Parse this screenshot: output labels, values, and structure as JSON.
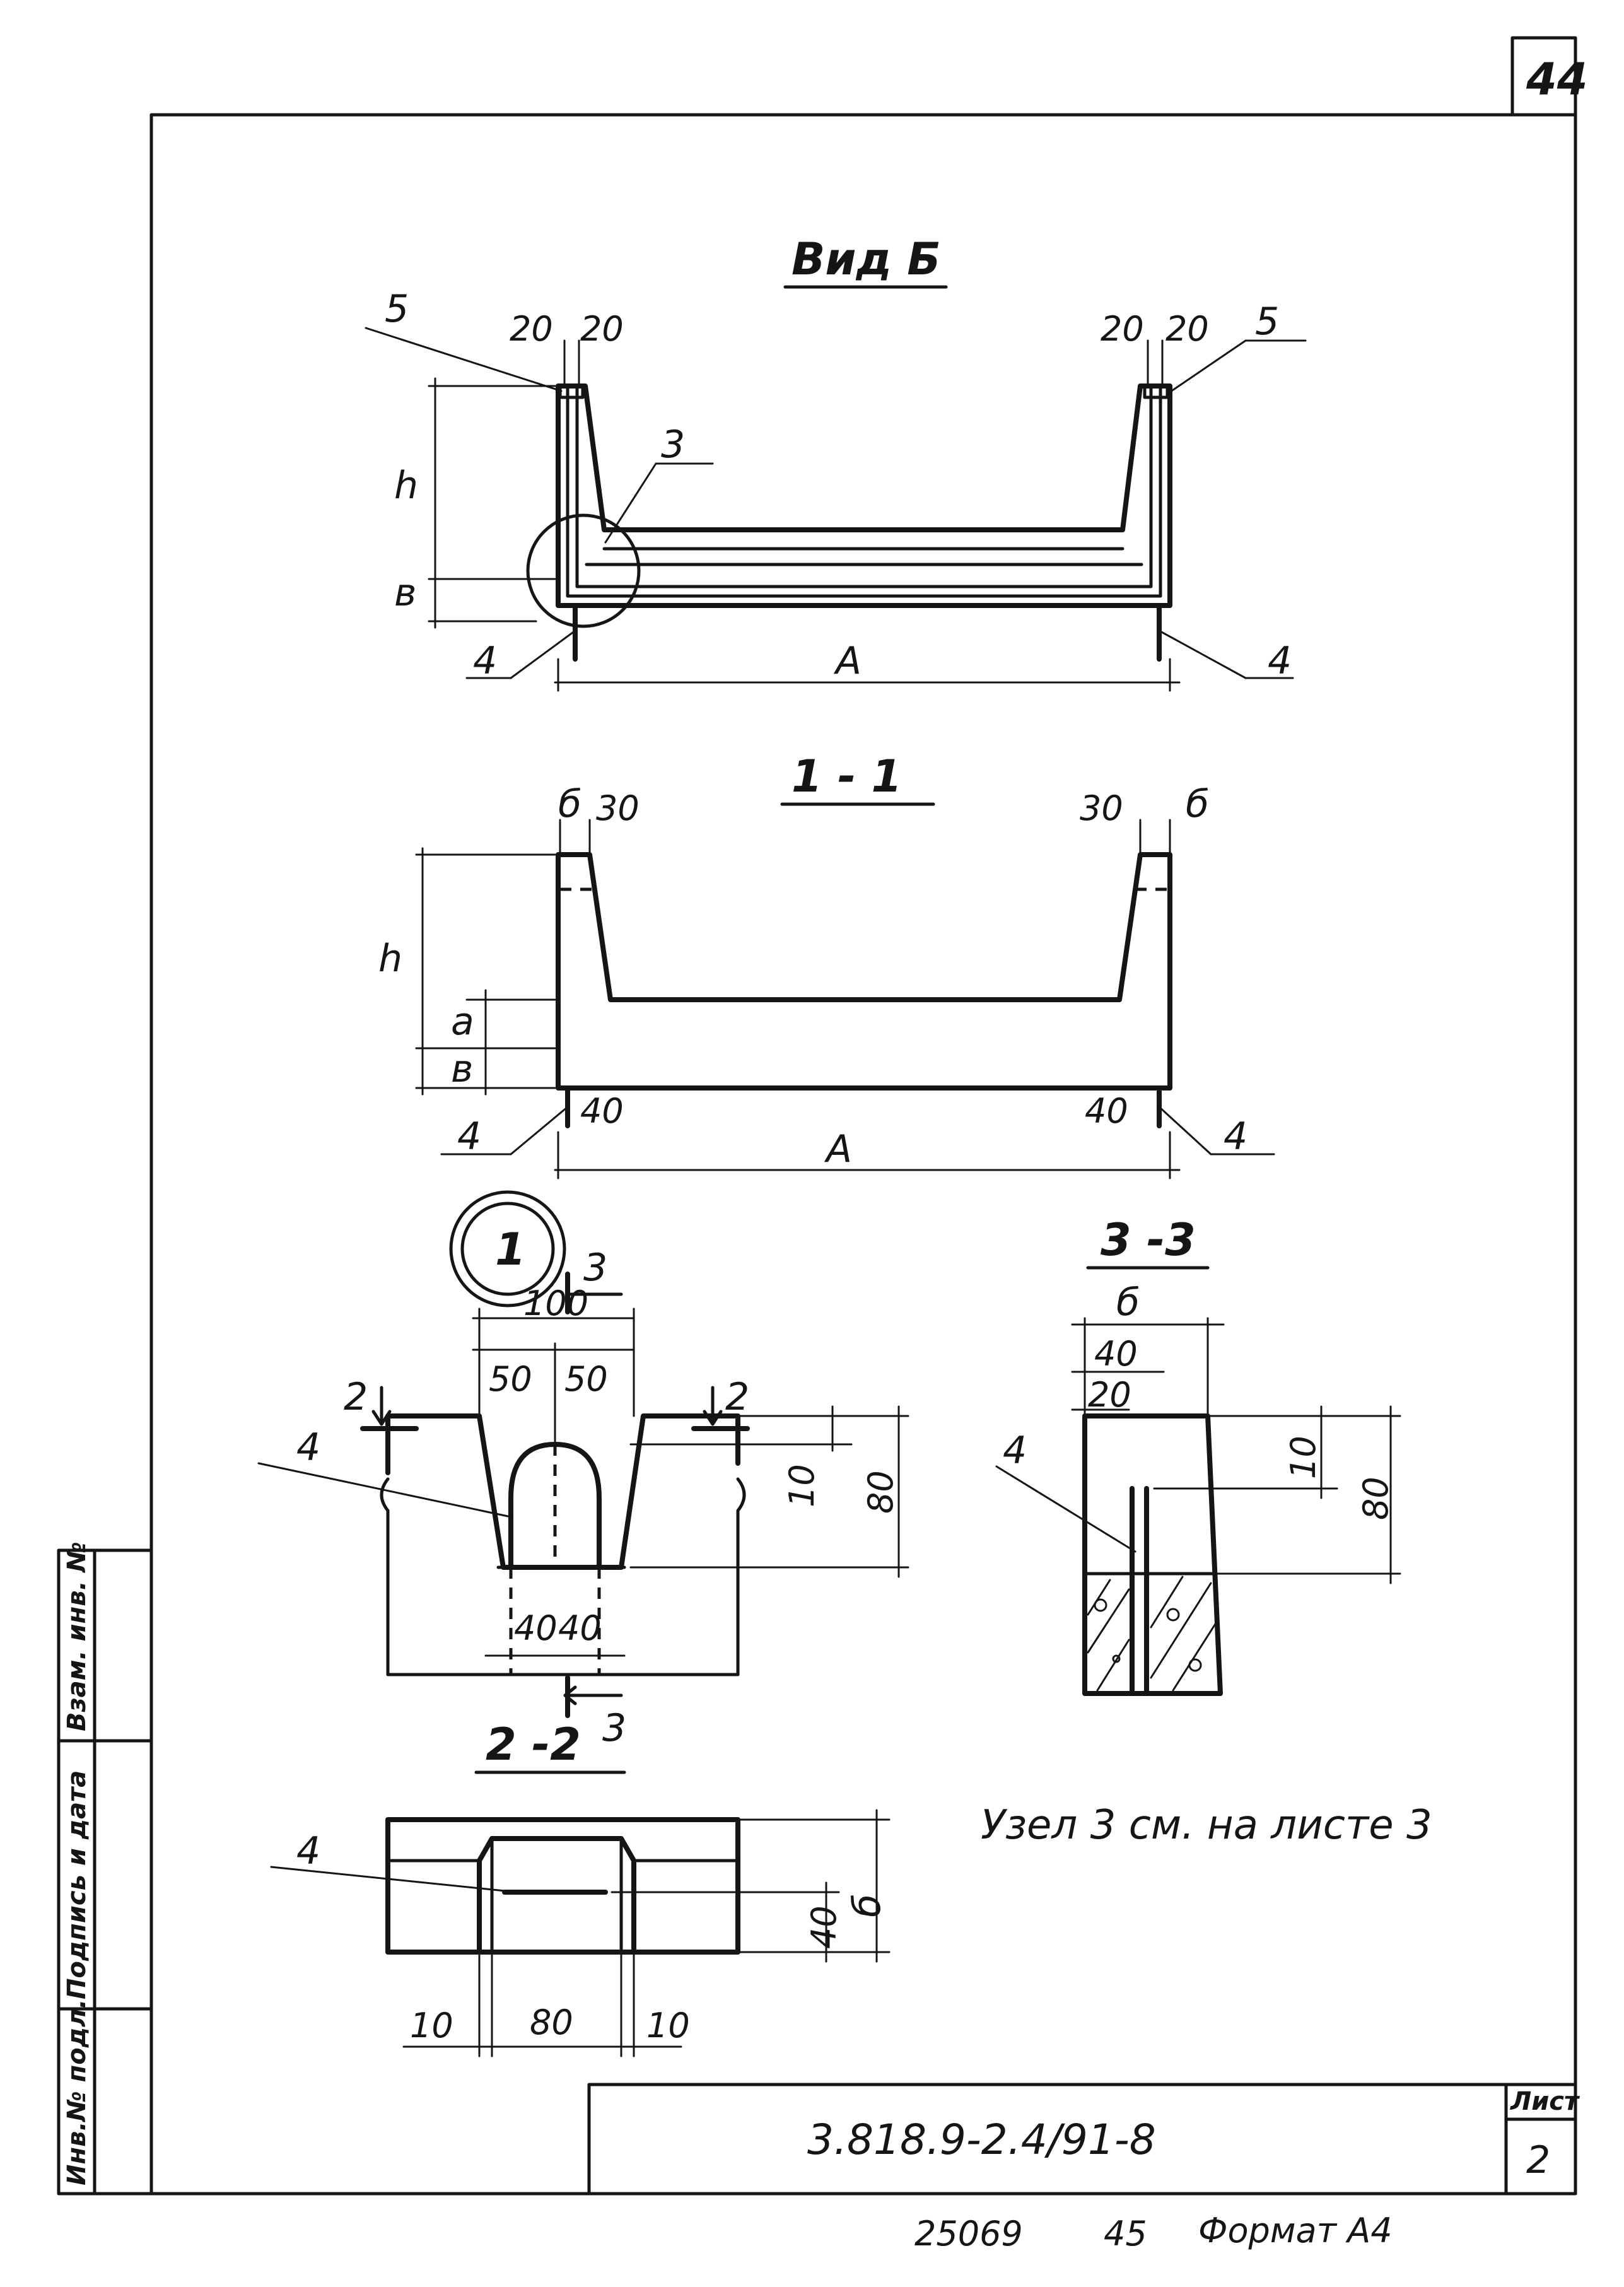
{
  "sheet_number_top": "44",
  "view_b": {
    "title": "Вид Б",
    "dim_left_1": "20",
    "dim_left_2": "20",
    "dim_right_1": "20",
    "dim_right_2": "20",
    "label_5_left": "5",
    "label_5_right": "5",
    "label_3": "3",
    "label_4_left": "4",
    "label_4_right": "4",
    "dim_h": "h",
    "dim_v": "в",
    "dim_A": "A"
  },
  "section_1_1": {
    "title": "1 - 1",
    "dim_b_left": "б",
    "dim_30_left": "30",
    "dim_30_right": "30",
    "dim_b_right": "б",
    "dim_h": "h",
    "dim_a": "a",
    "dim_v": "в",
    "label_4_left": "4",
    "label_4_right": "4",
    "dim_40_left": "40",
    "dim_40_right": "40",
    "dim_A": "A"
  },
  "node_1": {
    "number": "1",
    "cut_3_top": "3",
    "cut_3_bottom": "3",
    "cut_2_left": "2",
    "cut_2_right": "2",
    "dim_100": "100",
    "dim_50_left": "50",
    "dim_50_right": "50",
    "label_4": "4",
    "dim_10": "10",
    "dim_80": "80",
    "dim_40_left": "40",
    "dim_40_right": "40"
  },
  "section_3_3": {
    "title": "3 -3",
    "dim_b": "б",
    "dim_40": "40",
    "dim_20": "20",
    "label_4": "4",
    "dim_10": "10",
    "dim_80": "80"
  },
  "section_2_2": {
    "title": "2 -2",
    "label_4": "4",
    "dim_40": "40",
    "dim_b": "б",
    "dim_10_left": "10",
    "dim_80": "80",
    "dim_10_right": "10"
  },
  "note": "Узел 3 см. на листе 3",
  "side_stamp": {
    "col_inv_podl": "Инв.№ подл.",
    "col_sign_date": "Подпись и дата",
    "col_vzam": "Взам. инв. №"
  },
  "title_block": {
    "doc_code": "3.818.9-2.4/91-8",
    "sheet_label": "Лист",
    "sheet_value": "2"
  },
  "footer": {
    "number": "25069",
    "copy": "45",
    "format": "Формат А4"
  }
}
